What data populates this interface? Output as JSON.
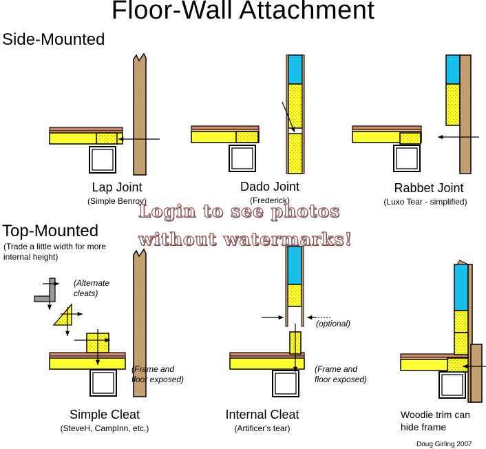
{
  "title": "Floor-Wall Attachment",
  "sections": {
    "side": "Side-Mounted",
    "top": "Top-Mounted",
    "top_note": "(Trade a little width for more internal height)"
  },
  "joints": {
    "lap": {
      "label": "Lap Joint",
      "sub": "(Simple Benroy)"
    },
    "dado": {
      "label": "Dado Joint",
      "sub": "(Frederick)"
    },
    "rabbet": {
      "label": "Rabbet Joint",
      "sub": "(Luxo Tear - simplified)"
    },
    "simple_cleat": {
      "label": "Simple Cleat",
      "sub": "(SteveH, CampInn, etc.)"
    },
    "internal_cleat": {
      "label": "Internal Cleat",
      "sub": "(Artificer's tear)"
    },
    "woodie": {
      "label": "Woodie trim can hide frame"
    }
  },
  "notes": {
    "alternate_cleats": "(Alternate cleats)",
    "frame_exposed_1": "(Frame and floor exposed)",
    "frame_exposed_2": "(Frame and floor exposed)",
    "optional": "(optional)"
  },
  "watermark": {
    "line1": "Login to see photos",
    "line2": "without watermarks!"
  },
  "credit": "Doug Girling 2007",
  "colors": {
    "wood": "#c8a070",
    "floor_top": "#d08868",
    "yellow": "#ffff30",
    "cyan": "#18c0ec",
    "hatch": "#c8b400"
  }
}
